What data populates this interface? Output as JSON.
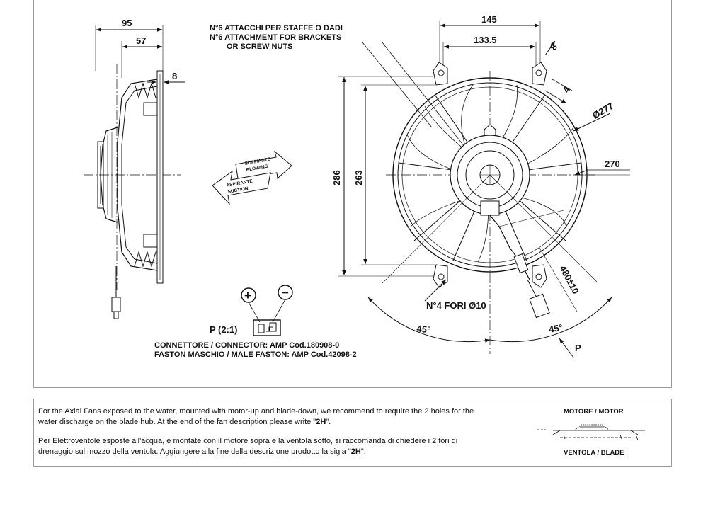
{
  "side_view": {
    "dim_total_depth": "95",
    "dim_body_depth": "57",
    "dim_flange": "8"
  },
  "airflow": {
    "blowing_it": "SOFFIANTE",
    "blowing_en": "BLOWING",
    "suction_it": "ASPIRANTE",
    "suction_en": "SUCTION"
  },
  "attachments": {
    "line_it": "N°6 ATTACCHI PER STAFFE O DADI",
    "line_en_1": "N°6 ATTACHMENT FOR BRACKETS",
    "line_en_2": "OR SCREW NUTS"
  },
  "front_view": {
    "dim_width_outer": "145",
    "dim_width_inner": "133.5",
    "dim_slot": "8",
    "dim_slot_width": "4",
    "dim_diameter": "Ø277",
    "dim_radius": "270",
    "dim_height_outer": "286",
    "dim_height_inner": "263",
    "dim_cable": "480±10",
    "holes": "N°4 FORI  Ø10",
    "angle_left": "45°",
    "angle_right": "45°",
    "view_p": "P"
  },
  "connector": {
    "plus": "+",
    "minus": "−",
    "scale": "P (2:1)",
    "line_1": "CONNETTORE / CONNECTOR:  AMP Cod.180908-0",
    "line_2": "FASTON MASCHIO / MALE FASTON:  AMP Cod.42098-2"
  },
  "notes": {
    "en_text": "For the Axial Fans exposed to the water, mounted  with motor-up and blade-down, we recommend  to require the 2 holes for the water discharge on the blade hub.   At the end of the fan description please write \"",
    "en_code": "2H",
    "en_end": "\".",
    "it_text": "Per Elettroventole esposte all'acqua, e montate con il motore sopra e la ventola sotto, si raccomanda di chiedere i  2 fori di drenaggio sul mozzo della ventola.   Aggiungere alla fine della descrizione prodotto la sigla \"",
    "it_code": "2H",
    "it_end": "\".",
    "motor_label": "MOTORE / MOTOR",
    "blade_label": "VENTOLA / BLADE"
  }
}
